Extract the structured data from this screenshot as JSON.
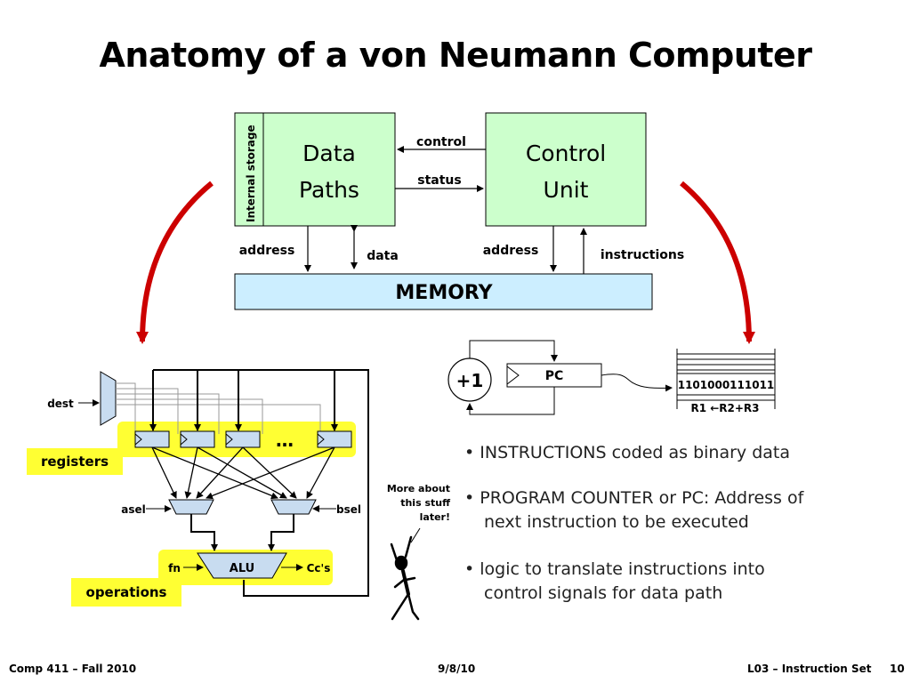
{
  "title": "Anatomy of a von Neumann Computer",
  "top_diagram": {
    "data_paths": [
      "Data",
      "Paths"
    ],
    "internal_storage": "Internal storage",
    "control_unit": [
      "Control",
      "Unit"
    ],
    "control_label": "control",
    "status_label": "status",
    "address_left": "address",
    "data_label": "data",
    "address_right": "address",
    "instructions_label": "instructions",
    "memory": "MEMORY"
  },
  "pc_diagram": {
    "plus_one": "+1",
    "pc": "PC",
    "instruction_bits": "1101000111011",
    "instruction_text": "R1 ←R2+R3"
  },
  "datapath": {
    "dest": "dest",
    "registers": "registers",
    "ellipsis": "…",
    "asel": "asel",
    "bsel": "bsel",
    "fn": "fn",
    "alu": "ALU",
    "ccs": "Cc's",
    "operations": "operations"
  },
  "callout": [
    "More about",
    "this stuff",
    "later!"
  ],
  "bullets": [
    {
      "line1": "• INSTRUCTIONS coded as binary data",
      "line2": ""
    },
    {
      "line1": "• PROGRAM COUNTER or PC: Address of",
      "line2": "next instruction to be executed"
    },
    {
      "line1": "• logic to translate instructions into",
      "line2": "control signals for data path"
    }
  ],
  "footer": {
    "left": "Comp 411 – Fall 2010",
    "center": "9/8/10",
    "right": "L03 – Instruction Set",
    "page": "10"
  },
  "colors": {
    "box_green": "#ccffcc",
    "memory_blue": "#cceeff",
    "highlight_yellow": "#ffff33",
    "arrow_red": "#cc0000",
    "mux_blue": "#c8dcf0"
  }
}
